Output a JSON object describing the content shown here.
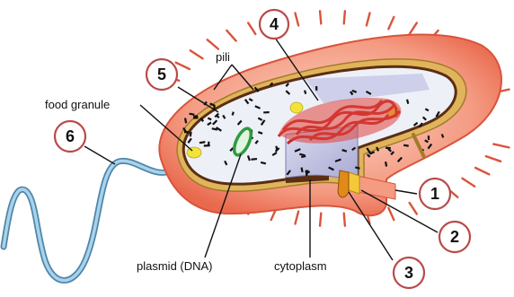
{
  "labels": {
    "pili": "pili",
    "food_granule": "food granule",
    "plasmid": "plasmid (DNA)",
    "cytoplasm": "cytoplasm"
  },
  "markers": [
    "1",
    "2",
    "3",
    "4",
    "5",
    "6"
  ],
  "colors": {
    "capsule": "#f2836b",
    "capsule_edge": "#d9543c",
    "cell_wall": "#c9a24a",
    "membrane": "#6b3a1e",
    "cytoplasm": "#eef0f8",
    "section": "#c9cbe6",
    "dna": "#d0302b",
    "plasmid": "#2f9a3e",
    "granule": "#f2e33a",
    "flagellum": "#8fbfe0",
    "marker_ring": "#b94a48"
  }
}
